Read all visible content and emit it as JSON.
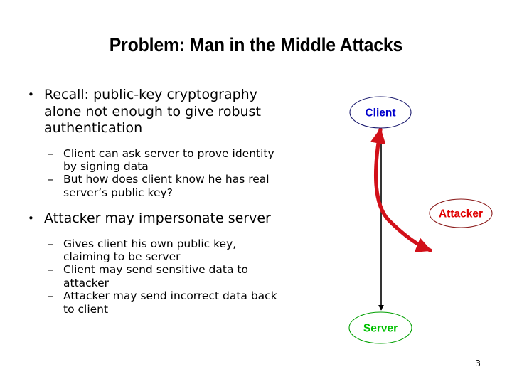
{
  "slide": {
    "title": "Problem: Man in the Middle Attacks",
    "page_number": "3"
  },
  "content": {
    "bullets": [
      {
        "marker": "•",
        "text": "Recall: public-key cryptography alone not enough to give robust authentication",
        "sub_marker": "–",
        "sub_items": [
          "Client can ask server to prove identity by signing data",
          "But how does client know he has real server’s public key?"
        ]
      },
      {
        "marker": "•",
        "text": "Attacker may impersonate server",
        "sub_marker": "–",
        "sub_items": [
          "Gives client his own public key, claiming to be server",
          "Client may send sensitive data to attacker",
          "Attacker may send incorrect data back to client"
        ]
      }
    ]
  },
  "diagram": {
    "nodes": [
      {
        "id": "client",
        "label": "Client",
        "text_color": "#0000CC",
        "outline_color": "#1A1A6E"
      },
      {
        "id": "attacker",
        "label": "Attacker",
        "text_color": "#E00000",
        "outline_color": "#8B1A1A"
      },
      {
        "id": "server",
        "label": "Server",
        "text_color": "#00C000",
        "outline_color": "#00A000"
      }
    ],
    "edges": [
      {
        "id": "client-to-server",
        "from": "client",
        "to": "server",
        "color": "#000000",
        "style": "straight-thin",
        "arrows": "end"
      },
      {
        "id": "client-to-attacker",
        "from": "client",
        "to": "attacker",
        "color": "#D21019",
        "style": "curved-thick",
        "arrows": "both"
      }
    ]
  }
}
